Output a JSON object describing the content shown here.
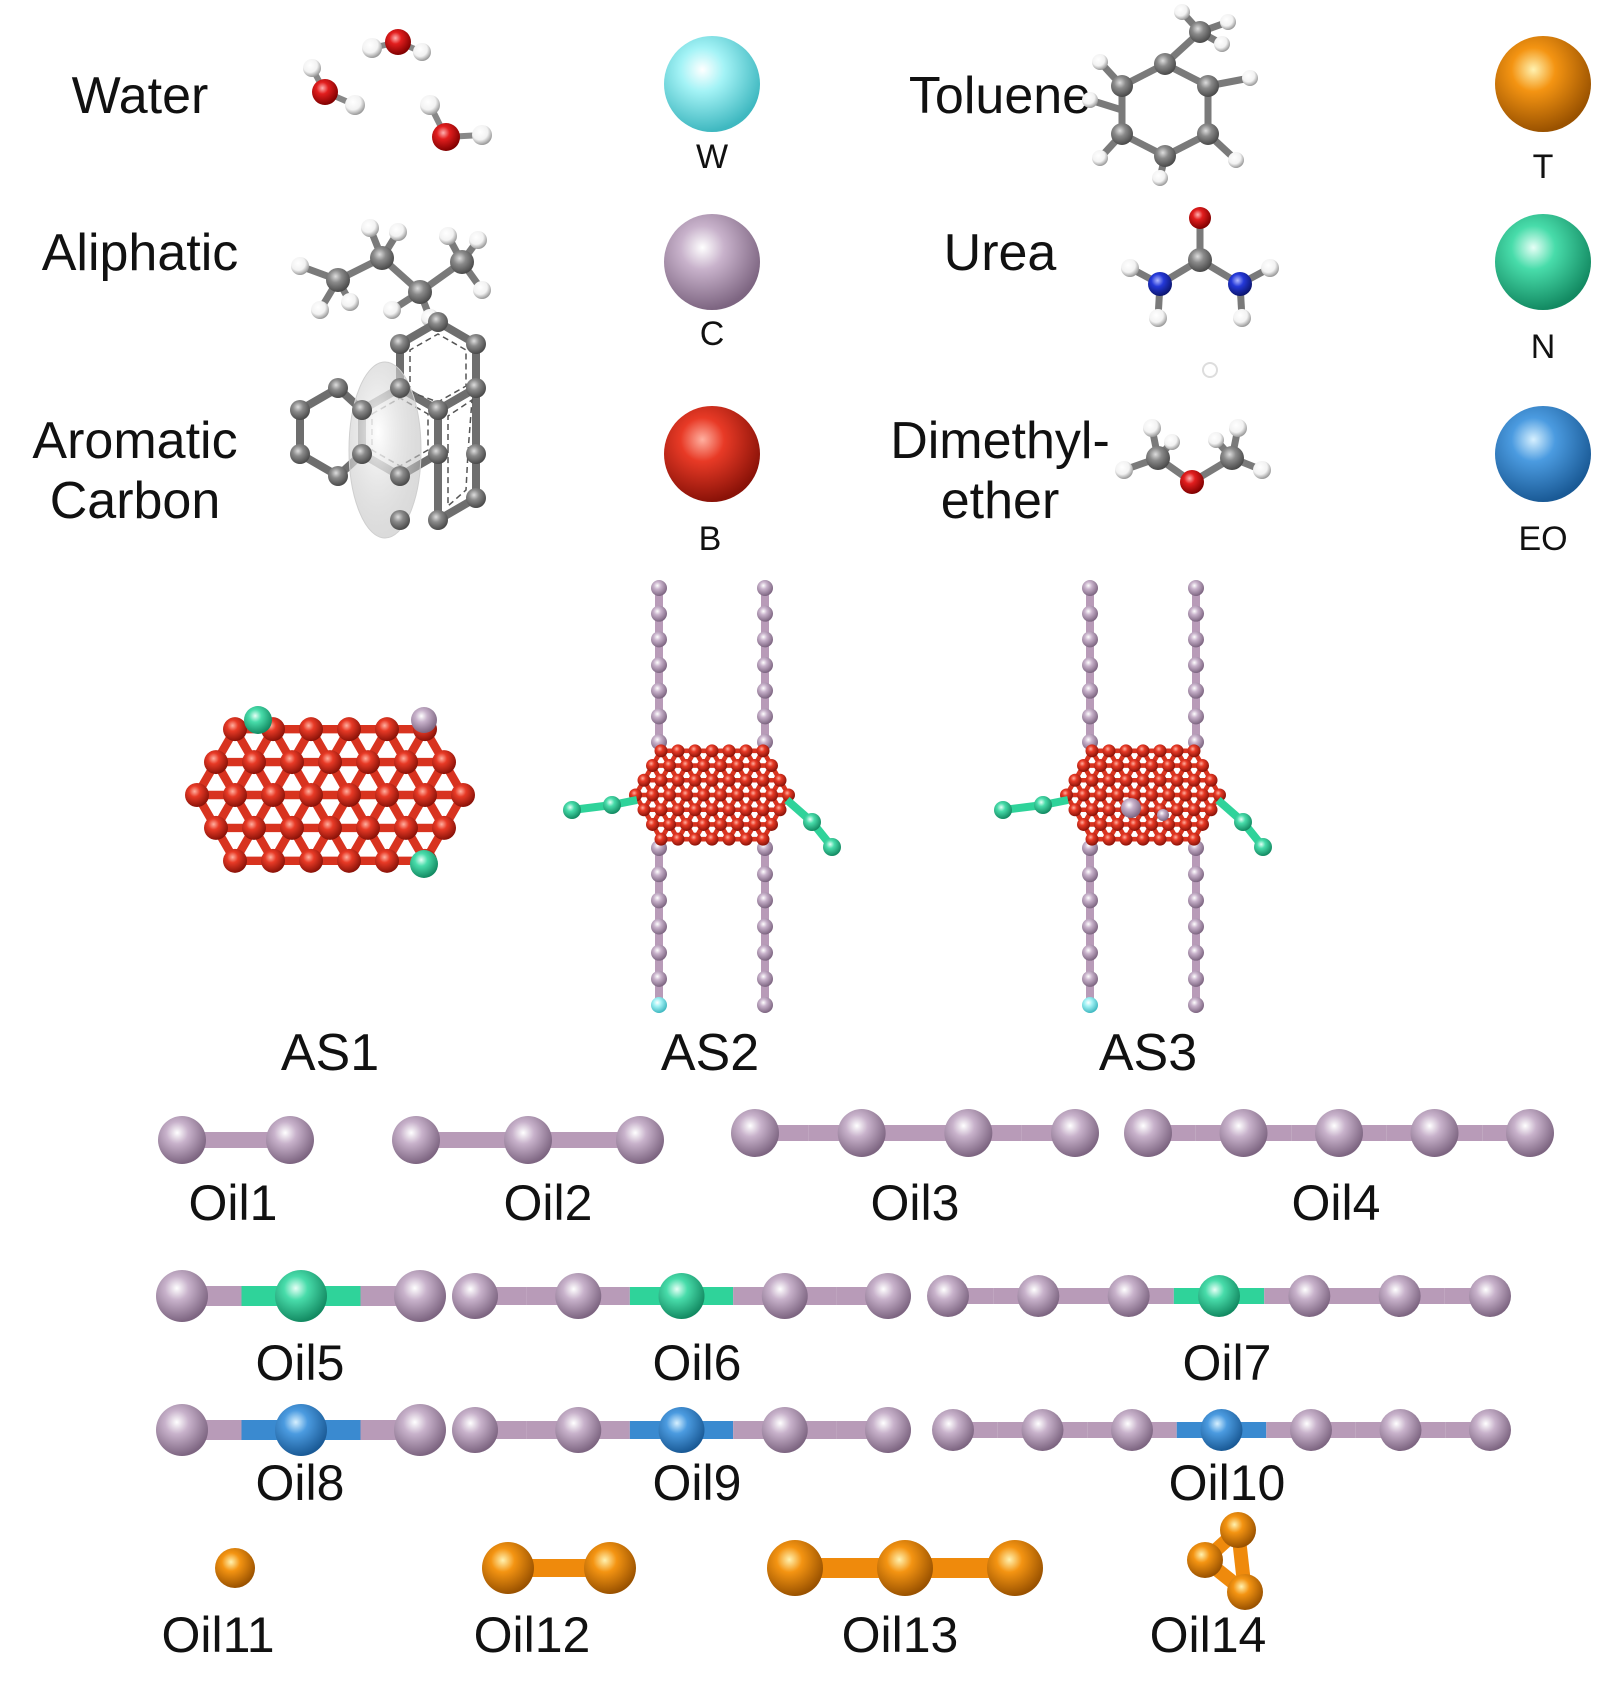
{
  "legend": [
    {
      "name": "Water",
      "code": "W",
      "color": "#8ee8ee"
    },
    {
      "name": "Aliphatic",
      "code": "C",
      "color": "#b59cb8"
    },
    {
      "name_lines": [
        "Aromatic",
        "Carbon"
      ],
      "code": "B",
      "color": "#e0301e"
    },
    {
      "name": "Toluene",
      "code": "T",
      "color": "#ef8a0c"
    },
    {
      "name": "Urea",
      "code": "N",
      "color": "#3fd6a0"
    },
    {
      "name_lines": [
        "Dimethyl-",
        "ether"
      ],
      "code": "EO",
      "color": "#3f8fd0"
    }
  ],
  "asphaltenes": [
    "AS1",
    "AS2",
    "AS3"
  ],
  "oils": [
    "Oil1",
    "Oil2",
    "Oil3",
    "Oil4",
    "Oil5",
    "Oil6",
    "Oil7",
    "Oil8",
    "Oil9",
    "Oil10",
    "Oil11",
    "Oil12",
    "Oil13",
    "Oil14"
  ]
}
